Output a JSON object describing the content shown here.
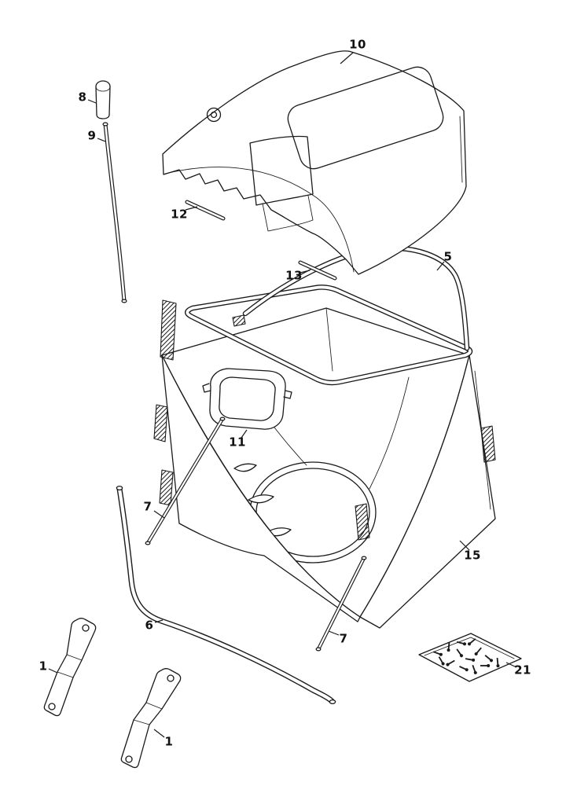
{
  "diagram": {
    "type": "exploded-parts-diagram",
    "background": "#ffffff",
    "line_color": "#1a1a1a",
    "callouts": [
      {
        "part": "10"
      },
      {
        "part": "8"
      },
      {
        "part": "9"
      },
      {
        "part": "12"
      },
      {
        "part": "13"
      },
      {
        "part": "5"
      },
      {
        "part": "11"
      },
      {
        "part": "7"
      },
      {
        "part": "15"
      },
      {
        "part": "6"
      },
      {
        "part": "7"
      },
      {
        "part": "1"
      },
      {
        "part": "21"
      },
      {
        "part": "1"
      }
    ]
  }
}
